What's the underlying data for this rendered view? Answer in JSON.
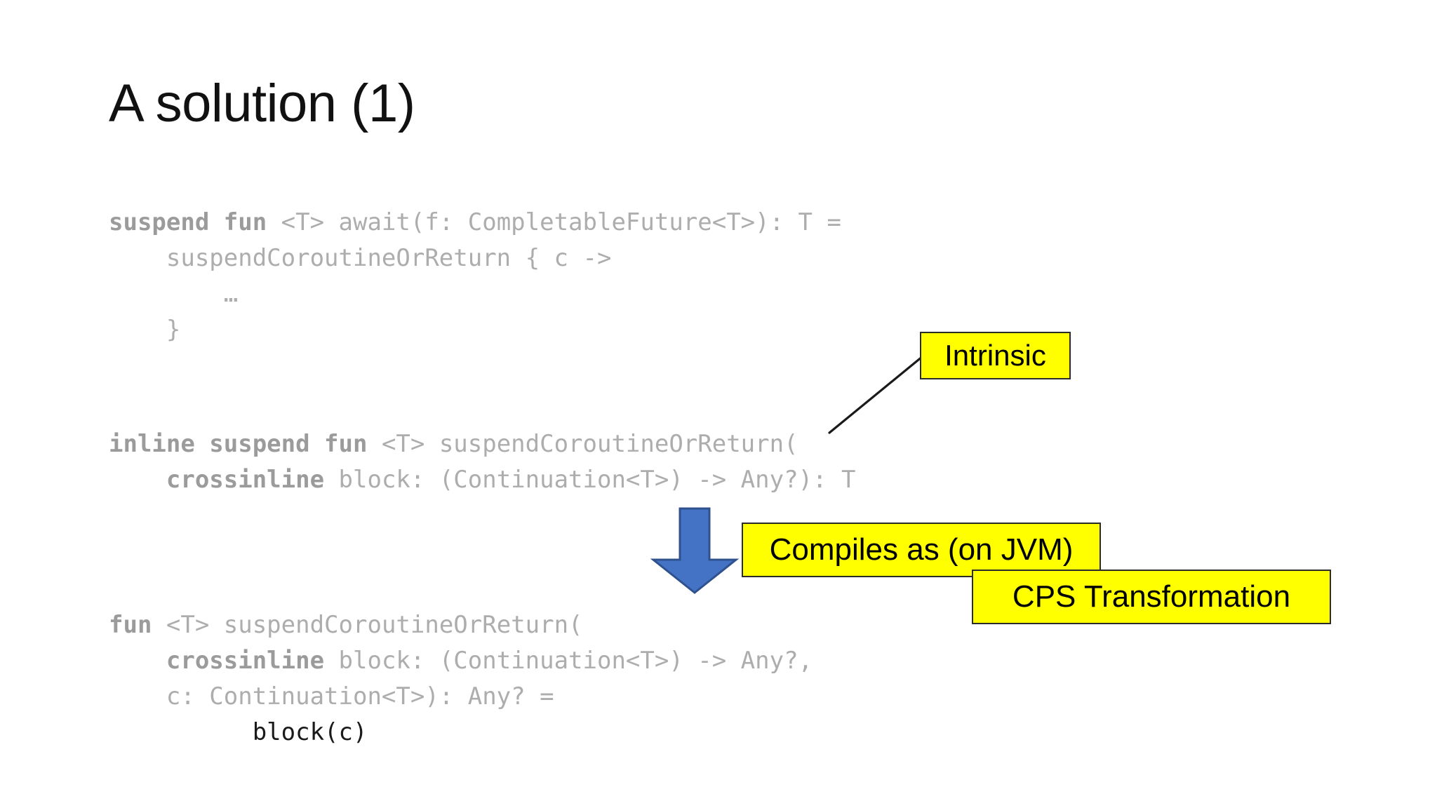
{
  "slide": {
    "title": "A solution (1)",
    "background_color": "#ffffff"
  },
  "colors": {
    "code_keyword": "#9b9b9b",
    "code_plain": "#adadad",
    "code_emphasis": "#1a1a1a",
    "callout_fill": "#ffff00",
    "callout_border": "#2b2b2b",
    "arrow_fill": "#4472c4",
    "arrow_stroke": "#2f528f",
    "leader_line": "#1a1a1a"
  },
  "code_blocks": [
    {
      "id": "await-declaration",
      "lines": [
        [
          {
            "text": "suspend fun",
            "style": "kw"
          },
          {
            "text": " <T> await(f: CompletableFuture<T>): T =",
            "style": "plain"
          }
        ],
        [
          {
            "text": "    suspendCoroutineOrReturn { c ->",
            "style": "plain"
          }
        ],
        [
          {
            "text": "        …",
            "style": "plain"
          }
        ],
        [
          {
            "text": "    }",
            "style": "plain"
          }
        ]
      ]
    },
    {
      "id": "inline-suspend-declaration",
      "lines": [
        [
          {
            "text": "inline suspend fun",
            "style": "kw"
          },
          {
            "text": " <T> suspendCoroutineOrReturn(",
            "style": "plain"
          }
        ],
        [
          {
            "text": "    ",
            "style": "plain"
          },
          {
            "text": "crossinline",
            "style": "kw"
          },
          {
            "text": " block: (Continuation<T>) -> Any?): T",
            "style": "plain"
          }
        ]
      ]
    },
    {
      "id": "cps-transformed-declaration",
      "lines": [
        [
          {
            "text": "fun",
            "style": "kw"
          },
          {
            "text": " <T> suspendCoroutineOrReturn(",
            "style": "plain"
          }
        ],
        [
          {
            "text": "    ",
            "style": "plain"
          },
          {
            "text": "crossinline",
            "style": "kw"
          },
          {
            "text": " block: (Continuation<T>) -> Any?,",
            "style": "plain"
          }
        ],
        [
          {
            "text": "    c: Continuation<T>): Any? =",
            "style": "plain"
          }
        ],
        [
          {
            "text": "          block(c)",
            "style": "dark"
          }
        ]
      ]
    }
  ],
  "callouts": {
    "intrinsic": "Intrinsic",
    "compiles_as": "Compiles as (on JVM)",
    "cps_transformation": "CPS Transformation"
  },
  "annotations": {
    "arrow_name": "down-arrow",
    "leader_name": "intrinsic-leader-line"
  }
}
